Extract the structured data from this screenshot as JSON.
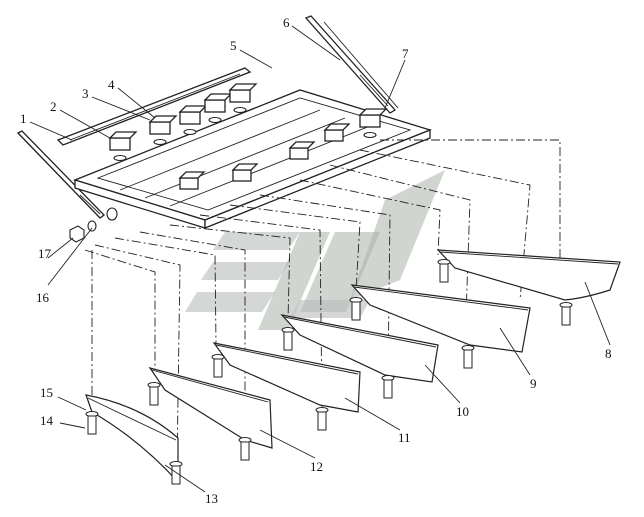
{
  "callouts": {
    "c1": "1",
    "c2": "2",
    "c3": "3",
    "c4": "4",
    "c5": "5",
    "c6": "6",
    "c7": "7",
    "c8": "8",
    "c9": "9",
    "c10": "10",
    "c11": "11",
    "c12": "12",
    "c13": "13",
    "c14": "14",
    "c15": "15",
    "c16": "16",
    "c17": "17"
  },
  "colors": {
    "line": "#222222",
    "watermark": "#b9bcbd"
  }
}
